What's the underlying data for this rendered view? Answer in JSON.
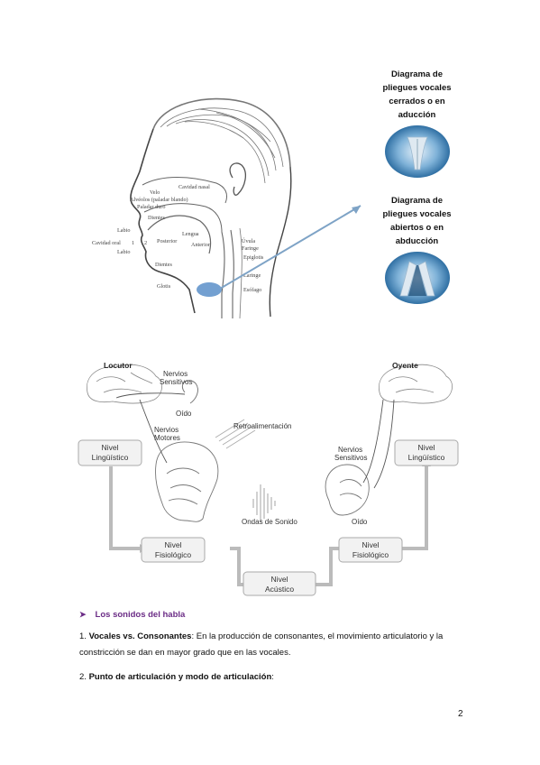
{
  "figure1": {
    "anatomy_labels": {
      "cavidad_nasal": "Cavidad nasal",
      "velo": "Velo",
      "alveolos": "Alvéolos (paladar blando)",
      "paladar_duro": "Paladar duro",
      "dientes_top": "Dientes",
      "labio_top": "Labio",
      "cavidad_oral": "Cavidad oral",
      "labio_bottom": "Labio",
      "posterior": "Posterior",
      "lengua": "Lengua",
      "anterior": "Anterior",
      "dientes_bottom": "Dientes",
      "uvula": "Úvula",
      "faringe": "Faringe",
      "epiglotis": "Epiglotis",
      "laringe": "Laringe",
      "esofago": "Esófago",
      "glotis": "Glotis",
      "num1": "1",
      "num2": "2"
    },
    "closed": {
      "l1": "Diagrama de",
      "l2": "pliegues vocales",
      "l3": "cerrados o en",
      "l4": "aducción"
    },
    "open": {
      "l1": "Diagrama de",
      "l2": "pliegues vocales",
      "l3": "abiertos o en",
      "l4": "abducción"
    },
    "colors": {
      "highlight": "#5b8fc9",
      "arrow": "#7ea3c6"
    }
  },
  "figure2": {
    "locutor": "Locutor",
    "oyente": "Oyente",
    "nervios_sensitivos_left_1": "Nervios",
    "nervios_sensitivos_left_2": "Sensitivos",
    "oido_left": "Oído",
    "retroalimentacion": "Retroalimentación",
    "nervios_motores_1": "Nervios",
    "nervios_motores_2": "Motores",
    "nivel_linguistico_left_1": "Nivel",
    "nivel_linguistico_left_2": "Lingüístico",
    "ondas": "Ondas de Sonido",
    "nervios_sensitivos_right_1": "Nervios",
    "nervios_sensitivos_right_2": "Sensitivos",
    "oido_right": "Oído",
    "nivel_linguistico_right_1": "Nivel",
    "nivel_linguistico_right_2": "Lingüístico",
    "nivel_fisiologico_left_1": "Nivel",
    "nivel_fisiologico_left_2": "Fisiológico",
    "nivel_acustico_1": "Nivel",
    "nivel_acustico_2": "Acústico",
    "nivel_fisiologico_right_1": "Nivel",
    "nivel_fisiologico_right_2": "Fisiológico"
  },
  "section": {
    "bullet": "➤",
    "heading": "Los sonidos del habla",
    "p1_num": "1.",
    "p1_bold": "Vocales vs. Consonantes",
    "p1_text": ": En la producción de consonantes, el movimiento articulatorio y la constricción se dan en mayor grado que en las vocales.",
    "p2_num": "2.",
    "p2_bold": "Punto de articulación y modo de articulación",
    "p2_text": ":"
  },
  "page_number": "2"
}
